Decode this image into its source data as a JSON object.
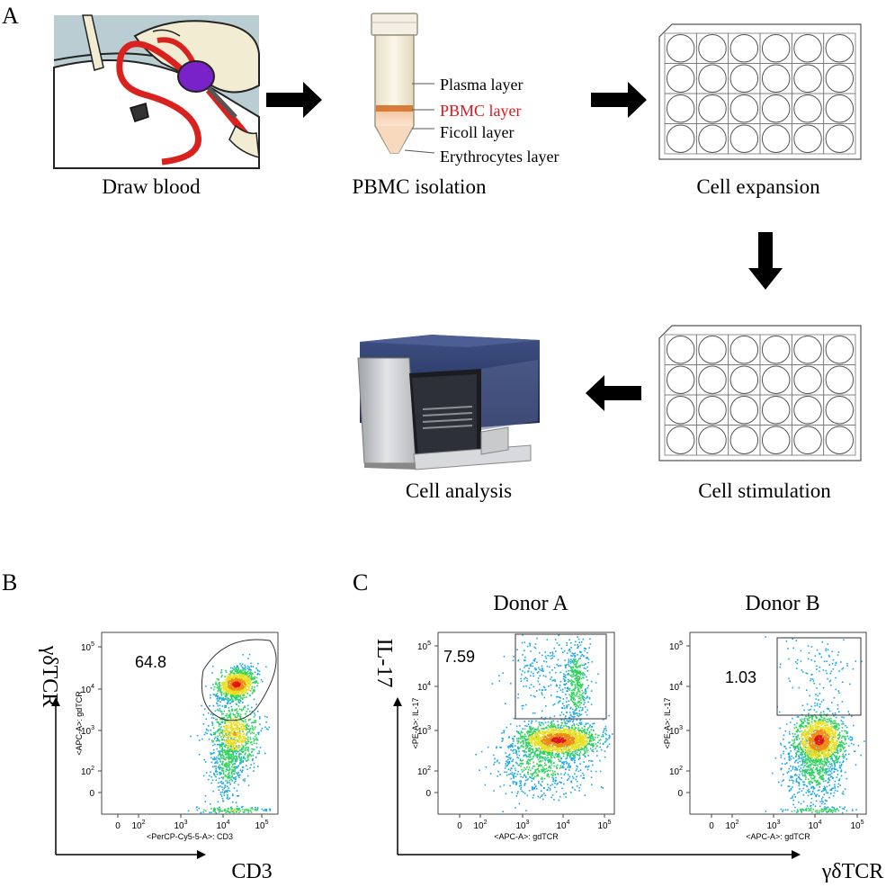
{
  "panels": {
    "a": "A",
    "b": "B",
    "c": "C"
  },
  "workflow": {
    "steps": {
      "draw_blood": "Draw blood",
      "pbmc_isolation": "PBMC isolation",
      "cell_expansion": "Cell expansion",
      "cell_stimulation": "Cell stimulation",
      "cell_analysis": "Cell analysis"
    },
    "tube_layers": {
      "plasma": "Plasma layer",
      "pbmc": "PBMC layer",
      "ficoll": "Ficoll layer",
      "erythrocytes": "Erythrocytes layer"
    },
    "plate_rows": 4,
    "plate_cols": 6
  },
  "flow_b": {
    "y_outer_label": "γδTCR",
    "x_outer_label": "CD3",
    "y_axis": "<APC-A>: gdTCR",
    "x_axis": "<PerCP-Cy5-5-A>: CD3",
    "gate_value": "64.8"
  },
  "flow_c": {
    "y_outer_label": "IL-17",
    "x_outer_label": "γδTCR",
    "donor_a": {
      "title": "Donor A",
      "y_axis": "<PE-A>: IL-17",
      "x_axis": "<APC-A>: gdTCR",
      "gate_value": "7.59"
    },
    "donor_b": {
      "title": "Donor B",
      "y_axis": "<PE-A>: IL-17",
      "x_axis": "<APC-A>: gdTCR",
      "gate_value": "1.03"
    }
  },
  "ticks": {
    "zero": "0",
    "e2": "10",
    "e3": "10",
    "e4": "10",
    "e5": "10",
    "exp2": "2",
    "exp3": "3",
    "exp4": "4",
    "exp5": "5"
  },
  "colors": {
    "pbmc_label": "#e0161b",
    "arrow": "#000000",
    "glove": "#f1ecd2",
    "tourniquet": "#d9211e",
    "vial": "#7a22c9",
    "scene_bg": "#b9cdd2",
    "machine_blue": "#2a3a6a",
    "machine_grey": "#c9cacc"
  }
}
